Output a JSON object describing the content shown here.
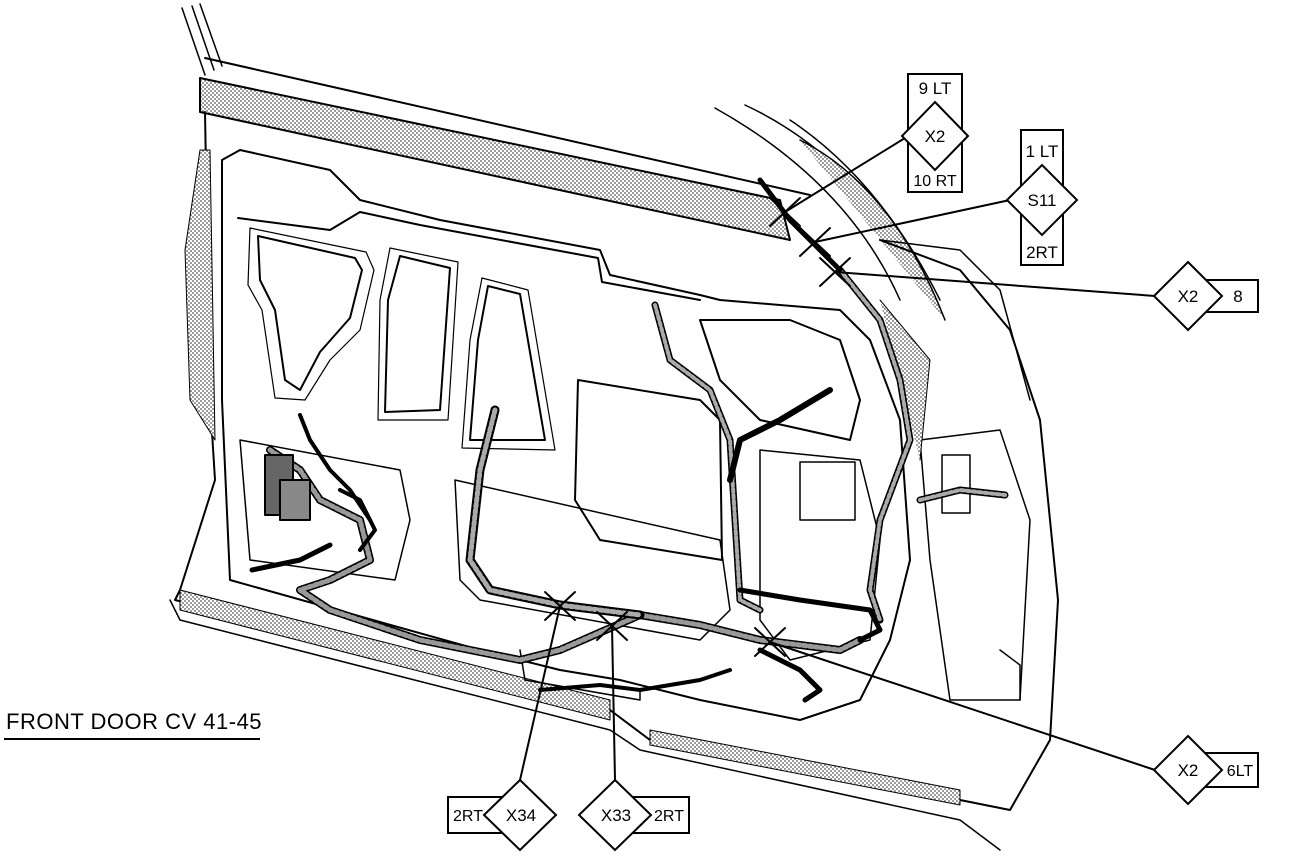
{
  "diagram": {
    "title": "FRONT DOOR CV 41-45",
    "callouts": [
      {
        "id": "c1",
        "connector": "X2",
        "pins": [
          "9 LT",
          "10 RT"
        ]
      },
      {
        "id": "c2",
        "connector": "S11",
        "pins": [
          "1 LT",
          "2RT"
        ]
      },
      {
        "id": "c3",
        "connector": "X2",
        "pins": [
          "8"
        ]
      },
      {
        "id": "c4",
        "connector": "X2",
        "pins": [
          "6LT"
        ]
      },
      {
        "id": "c5",
        "connector": "X34",
        "pins": [
          "2RT"
        ]
      },
      {
        "id": "c6",
        "connector": "X33",
        "pins": [
          "2RT"
        ]
      }
    ]
  }
}
